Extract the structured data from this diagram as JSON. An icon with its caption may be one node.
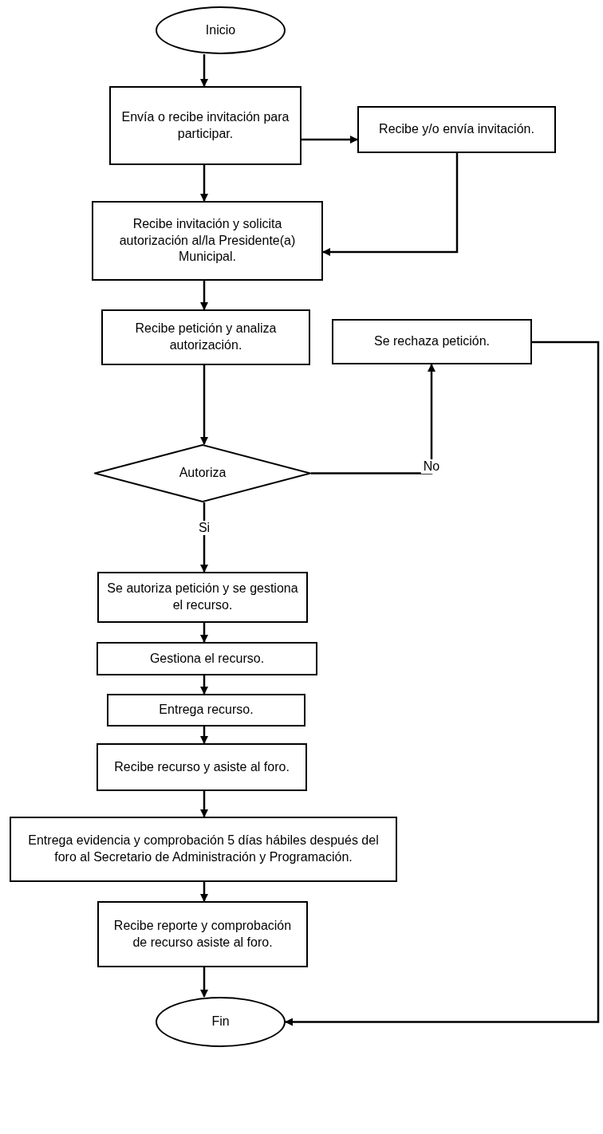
{
  "diagram": {
    "nodes": [
      {
        "text": [
          "Inicio"
        ]
      },
      {
        "text": [
          "Envía o recibe invitación para participar."
        ]
      },
      {
        "text": [
          "Recibe y/o envía invitación."
        ]
      },
      {
        "text": [
          "Recibe invitación y solicita autorización al/la Presidente(a) Municipal."
        ]
      },
      {
        "text": [
          "Recibe petición y analiza autorización."
        ]
      },
      {
        "text": [
          "Se rechaza petición."
        ]
      },
      {
        "text": [
          "Autoriza"
        ]
      },
      {
        "text": [
          "Se autoriza petición y se gestiona el recurso."
        ]
      },
      {
        "text": [
          "Gestiona el recurso."
        ]
      },
      {
        "text": [
          "Entrega recurso."
        ]
      },
      {
        "text": [
          "Recibe recurso y asiste al foro."
        ]
      },
      {
        "text": [
          "Entrega evidencia y comprobación 5 días hábiles después del foro al Secretario de Administración y Programación."
        ]
      },
      {
        "text": [
          "Recibe reporte y comprobación de recurso asiste al foro."
        ]
      },
      {
        "text": [
          "Fin"
        ]
      }
    ],
    "edges": [
      {
        "from": 0,
        "to": 1,
        "arrow": "to"
      },
      {
        "from": 1,
        "to": 2,
        "arrow": "to"
      },
      {
        "from": 2,
        "to": 3,
        "arrow": "to"
      },
      {
        "from": 1,
        "to": 3,
        "arrow": "to"
      },
      {
        "from": 3,
        "to": 4,
        "arrow": "to"
      },
      {
        "from": 4,
        "to": 6,
        "arrow": "to"
      },
      {
        "from": 6,
        "to": 5,
        "label": "No",
        "arrow": "to"
      },
      {
        "from": 6,
        "to": 7,
        "label": "Si",
        "arrow": "to"
      },
      {
        "from": 7,
        "to": 8,
        "arrow": "to"
      },
      {
        "from": 8,
        "to": 9,
        "arrow": "to"
      },
      {
        "from": 9,
        "to": 10,
        "arrow": "to"
      },
      {
        "from": 10,
        "to": 11,
        "arrow": "to"
      },
      {
        "from": 11,
        "to": 12,
        "arrow": "to"
      },
      {
        "from": 12,
        "to": 13,
        "arrow": "to"
      },
      {
        "from": 5,
        "to": 13,
        "arrow": "to"
      }
    ]
  }
}
